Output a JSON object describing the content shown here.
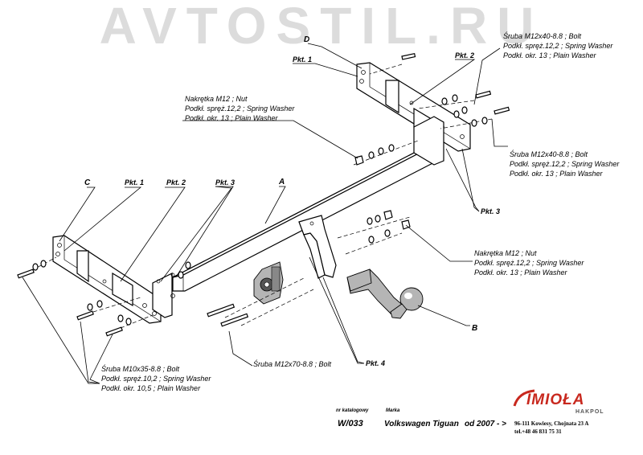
{
  "watermark": "AVTOSTIL.RU",
  "parts": {
    "a": "A",
    "b": "B",
    "c": "C",
    "d": "D"
  },
  "pkt": {
    "p1": "Pkt. 1",
    "p2": "Pkt. 2",
    "p3": "Pkt. 3",
    "p4": "Pkt. 4"
  },
  "callouts": {
    "top_right_bolt": {
      "l1": "Śruba M12x40-8.8 ; Bolt",
      "l2": "Podkł. spręż.12,2 ; Spring Washer",
      "l3": "Podkł. okr. 13 ; Plain Washer"
    },
    "right_bolt": {
      "l1": "Śruba M12x40-8.8 ; Bolt",
      "l2": "Podkł. spręż.12,2 ; Spring Washer",
      "l3": "Podkł. okr. 13 ; Plain Washer"
    },
    "top_nut": {
      "l1": "Nakrętka M12 ; Nut",
      "l2": "Podkł. spręż.12,2 ; Spring Washer",
      "l3": "Podkł. okr. 13 ; Plain Washer"
    },
    "right_nut": {
      "l1": "Nakrętka M12 ; Nut",
      "l2": "Podkł. spręż.12,2 ; Spring Washer",
      "l3": "Podkł. okr. 13 ; Plain Washer"
    },
    "bottom_bolt": {
      "l1": "Śruba M12x70-8.8 ;  Bolt"
    },
    "left_bolt": {
      "l1": "Śruba M10x35-8.8 ;  Bolt",
      "l2": "Podkł. spręż.10,2 ; Spring Washer",
      "l3": "Podkł. okr. 10,5 ; Plain Washer"
    }
  },
  "footer": {
    "catalog_caption": "nr katalogowy",
    "catalog_number": "W/033",
    "brand_caption": "Marka",
    "model": "Volkswagen Tiguan",
    "year": "od 2007 - >",
    "address_line1": "96-111 Kowiesy, Chojnata 23 A",
    "address_line2": "tel.+48 46 831 75 31"
  },
  "logo": {
    "name": "IMIOŁA",
    "sub": "HAKPOL",
    "color": "#c8281e"
  }
}
